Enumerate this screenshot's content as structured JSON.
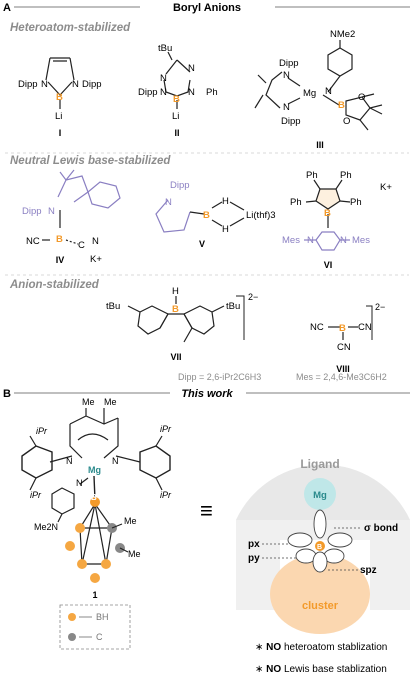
{
  "panel_a": {
    "letter": "A",
    "title": "Boryl Anions",
    "sections": {
      "heteroatom": "Heteroatom-stabilized",
      "lewis": "Neutral Lewis base-stabilized",
      "anion": "Anion-stabilized"
    },
    "compounds": {
      "I": {
        "label": "I",
        "atoms": [
          "Dipp",
          "N",
          "B",
          "N",
          "Dipp",
          "Li"
        ]
      },
      "II": {
        "label": "II",
        "atoms": [
          "tBu",
          "N",
          "N",
          "Dipp",
          "N",
          "B",
          "N",
          "Ph",
          "Li"
        ]
      },
      "III": {
        "label": "III",
        "atoms": [
          "NMe2",
          "N",
          "Dipp",
          "N",
          "Mg",
          "N",
          "Dipp",
          "B",
          "O",
          "O"
        ]
      },
      "IV": {
        "label": "IV",
        "atoms": [
          "Dipp",
          "N",
          "B",
          "NC",
          "C",
          "N",
          "K+"
        ]
      },
      "V": {
        "label": "V",
        "atoms": [
          "Dipp",
          "N",
          "B",
          "H",
          "H",
          "Li(thf)3"
        ]
      },
      "VI": {
        "label": "VI",
        "atoms": [
          "Ph",
          "Ph",
          "Ph",
          "Ph",
          "K+",
          "B",
          "Mes",
          "N",
          "N",
          "Mes"
        ]
      },
      "VII": {
        "label": "VII",
        "atoms": [
          "H",
          "B",
          "tBu",
          "tBu"
        ],
        "charge": "2−"
      },
      "VIII": {
        "label": "VIII",
        "atoms": [
          "NC",
          "B",
          "CN",
          "CN"
        ],
        "charge": "2−"
      }
    },
    "footnote_dipp": "Dipp = 2,6-iPr2C6H3",
    "footnote_mes": "Mes = 2,4,6-Me3C6H2"
  },
  "panel_b": {
    "letter": "B",
    "title": "This work",
    "compound_1": {
      "label": "1",
      "atoms": [
        "Me",
        "Me",
        "iPr",
        "iPr",
        "N",
        "Mg",
        "N",
        "iPr",
        "iPr",
        "N",
        "Me2N",
        "B",
        "Me",
        "Me"
      ],
      "legend": [
        {
          "label": "BH",
          "color": "#f5a742"
        },
        {
          "label": "C",
          "color": "#888888"
        }
      ]
    },
    "equiv": "≡",
    "orbital": {
      "ligand": "Ligand",
      "mg": "Mg",
      "b": "B",
      "sigma": "σ bond",
      "px": "px",
      "py": "py",
      "spz": "spz",
      "cluster": "cluster"
    },
    "notes": [
      {
        "bullet": "∗",
        "strong": "NO",
        "text": " heteroatom stablization"
      },
      {
        "bullet": "∗",
        "strong": "NO",
        "text": " Lewis base stablization"
      }
    ]
  }
}
